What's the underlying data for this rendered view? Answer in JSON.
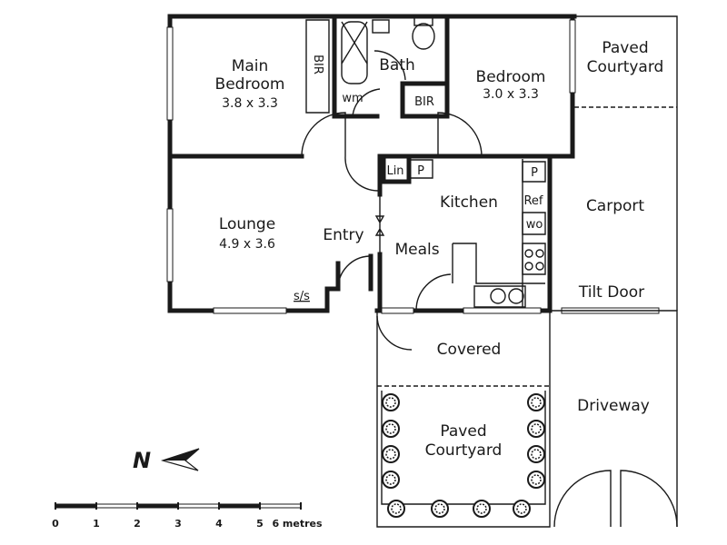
{
  "rooms": {
    "main_bedroom": {
      "name": "Main\nBedroom",
      "line1": "Main",
      "line2": "Bedroom",
      "size": "3.8 x 3.3"
    },
    "bir_main": "BIR",
    "bath": "Bath",
    "wm": "wm",
    "bir_bedroom": "BIR",
    "bedroom": {
      "name": "Bedroom",
      "size": "3.0 x 3.3"
    },
    "paved_courtyard_top": {
      "line1": "Paved",
      "line2": "Courtyard"
    },
    "lounge": {
      "name": "Lounge",
      "size": "4.9 x 3.6"
    },
    "lin": "Lin",
    "pantry_left": "P",
    "pantry_right": "P",
    "ref": "Ref",
    "wo": "wo",
    "kitchen": "Kitchen",
    "entry": "Entry",
    "meals": "Meals",
    "ss": "s/s",
    "carport": "Carport",
    "tilt_door": "Tilt Door",
    "covered": "Covered",
    "paved_courtyard_bottom": {
      "line1": "Paved",
      "line2": "Courtyard"
    },
    "driveway": "Driveway"
  },
  "compass": {
    "label": "N"
  },
  "scale": {
    "ticks": [
      "0",
      "1",
      "2",
      "3",
      "4",
      "5",
      "6 metres"
    ]
  }
}
